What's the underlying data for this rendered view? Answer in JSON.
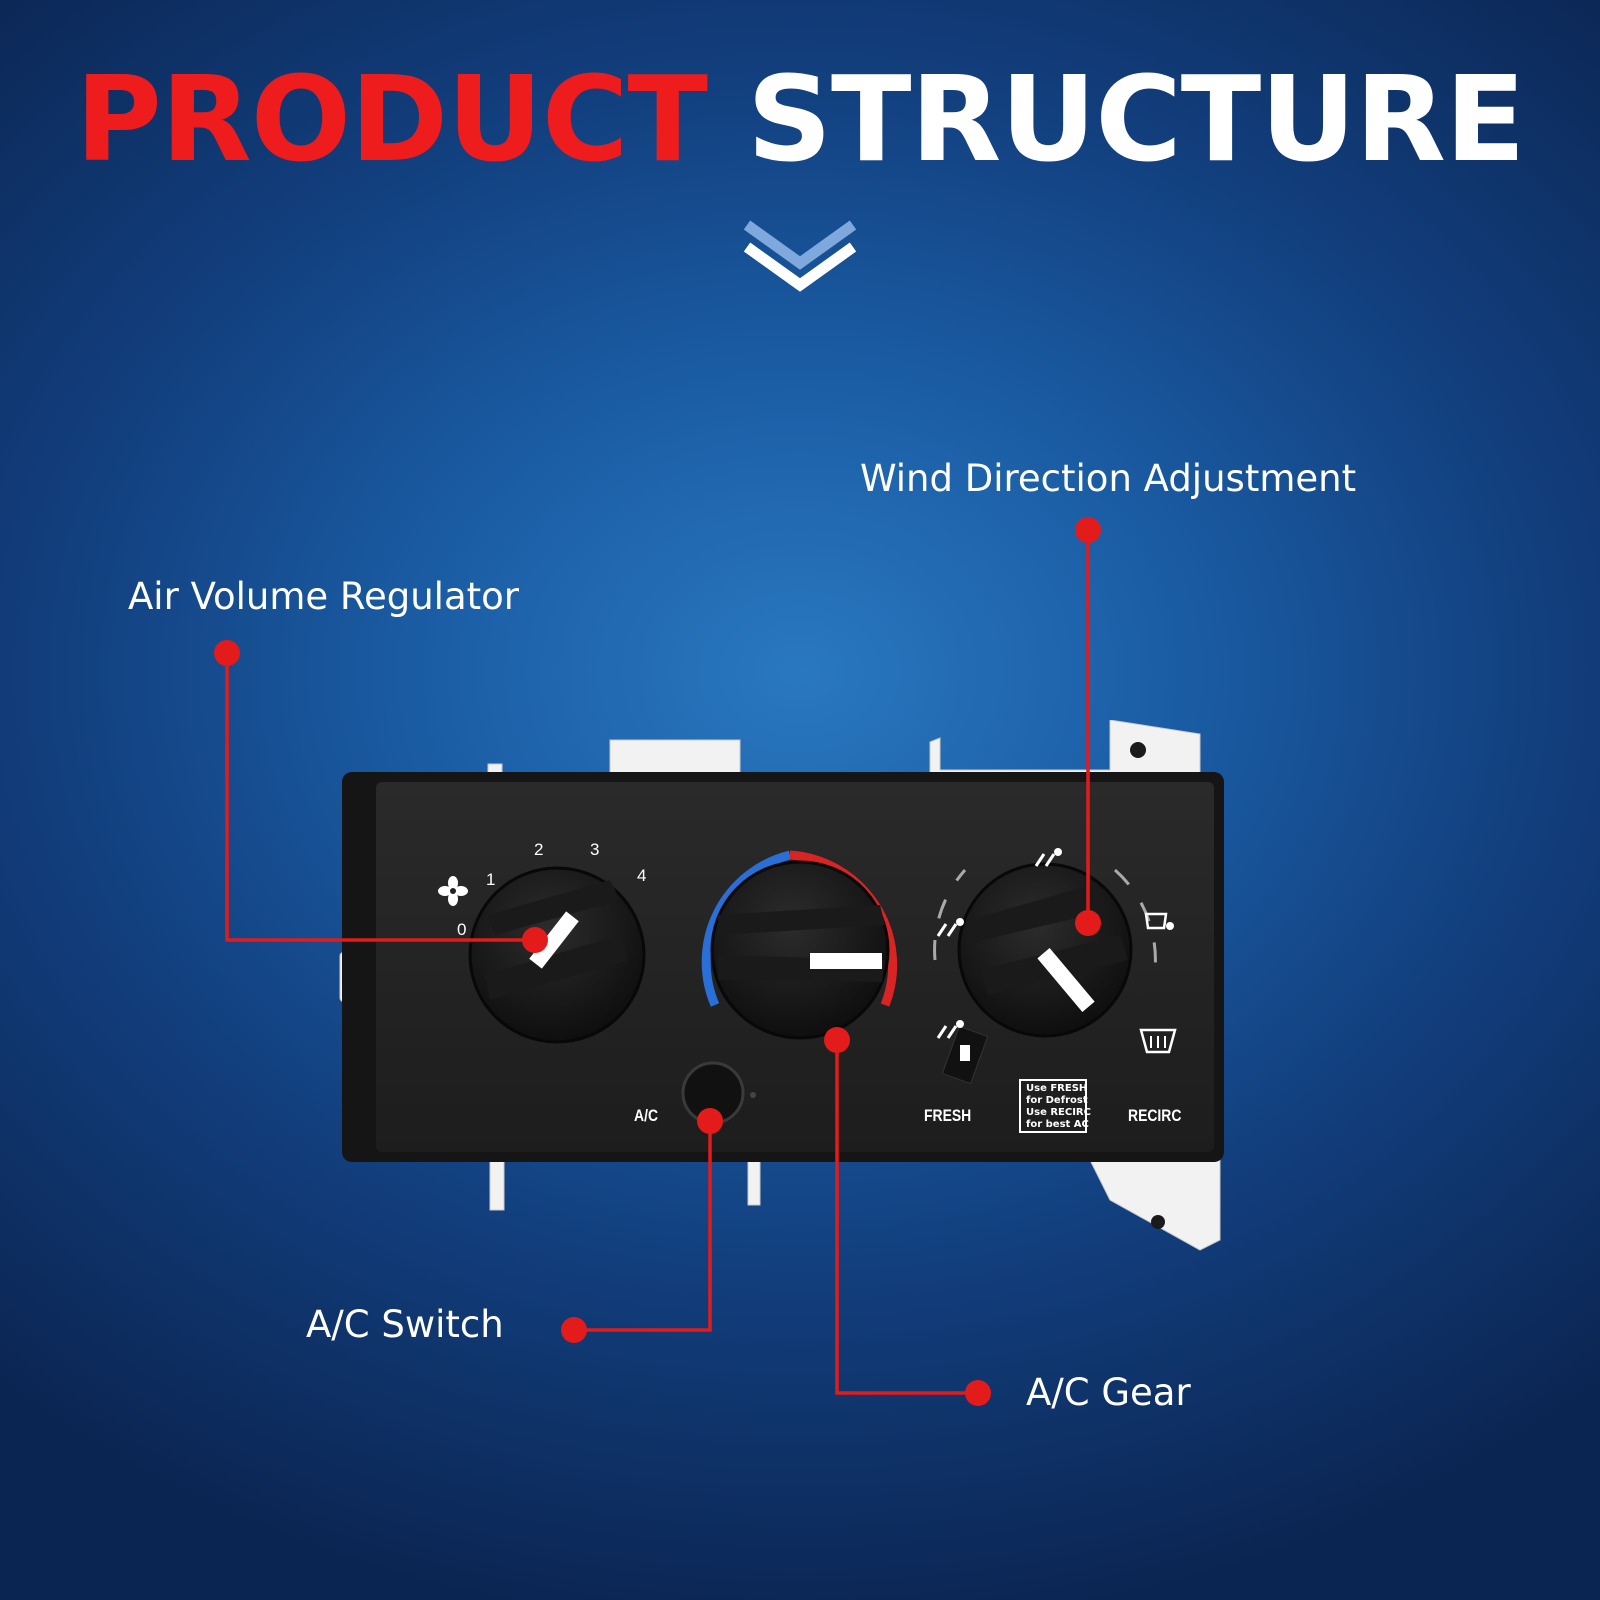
{
  "header": {
    "title_part1": "PRODUCT",
    "title_part2": "STRUCTURE",
    "accent_color": "#ee1c1c"
  },
  "callouts": {
    "wind_direction": "Wind Direction Adjustment",
    "air_volume": "Air Volume Regulator",
    "ac_switch": "A/C Switch",
    "ac_gear": "A/C Gear"
  },
  "panel": {
    "fan_scale": [
      "0",
      "1",
      "2",
      "3",
      "4"
    ],
    "ac_label": "A/C",
    "fresh_label": "FRESH",
    "recirc_label": "RECIRC",
    "sticker_text": "Use FRESH\nfor Defrost\nUse RECIRC\nfor best AC"
  },
  "icons": {
    "down_chevron": "double-chevron-down-icon",
    "fan": "fan-icon",
    "vents": [
      "face-vent-icon",
      "bi-level-vent-icon",
      "floor-vent-icon",
      "floor-defrost-icon",
      "defrost-icon"
    ]
  }
}
